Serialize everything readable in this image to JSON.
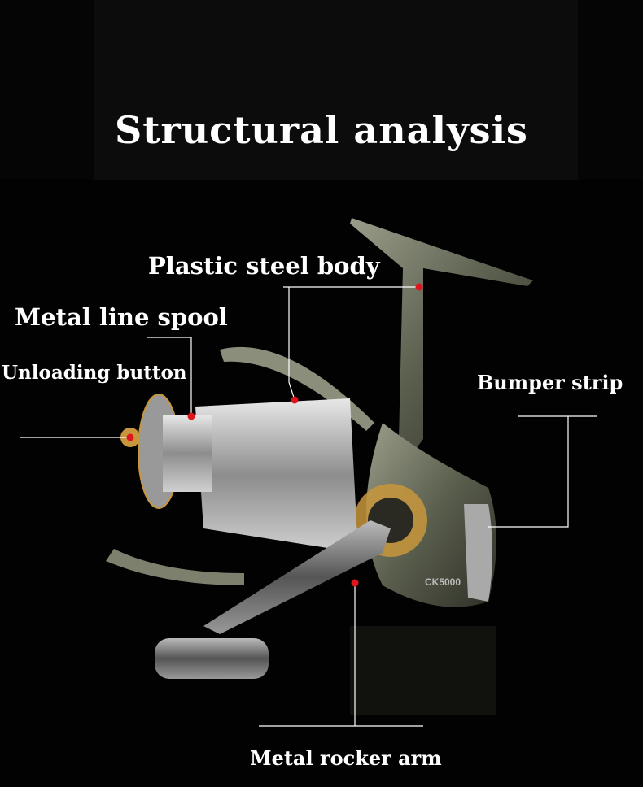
{
  "title": "Structural analysis",
  "labels": {
    "plastic_steel_body": "Plastic steel body",
    "metal_line_spool": "Metal line spool",
    "unloading_button": "Unloading button",
    "bumper_strip": "Bumper strip",
    "metal_rocker_arm": "Metal rocker arm"
  },
  "reel_model": "CK5000",
  "colors": {
    "background": "#000000",
    "text": "#ffffff",
    "marker": "#e0141c",
    "body": "#6b6f5e",
    "gold": "#c8963c"
  }
}
